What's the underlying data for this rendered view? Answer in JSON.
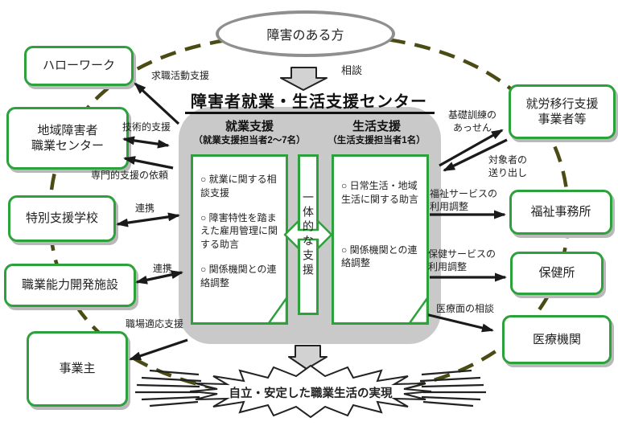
{
  "colors": {
    "green": "#2da13c",
    "olive_dash": "#4b4b15",
    "gray_box": "#c9c9c9",
    "block_arrow_gray": "#d2d2d2",
    "line_black": "#1a1a1a",
    "ellipse_border_gray": "#8f8f8f"
  },
  "top": {
    "person": "障害のある方",
    "consult": "相談"
  },
  "center": {
    "title": "障害者就業・生活支援センター",
    "integrated": "一体的な支援",
    "employment": {
      "heading": "就業支援",
      "staff": "（就業支援担当者2～7名）",
      "bullets": [
        "○ 就業に関する相談支援",
        "○ 障害特性を踏まえた雇用管理に関する助言",
        "○ 関係機関との連絡調整"
      ]
    },
    "life": {
      "heading": "生活支援",
      "staff": "（生活支援担当者1名）",
      "bullets": [
        "○ 日常生活・地域生活に関する助言",
        "○ 関係機関との連絡調整"
      ]
    }
  },
  "nodes": {
    "hellowork": "ハローワーク",
    "regional_center": "地域障害者\n職業センター",
    "special_school": "特別支援学校",
    "vocational_facility": "職業能力開発施設",
    "employer": "事業主",
    "transition_support": "就労移行支援\n事業者等",
    "welfare_office": "福祉事務所",
    "health_center": "保健所",
    "medical_institution": "医療機関"
  },
  "edges": {
    "job_search": "求職活動支援",
    "technical": "技術的支援",
    "expert_request": "専門的支援の依頼",
    "renkei1": "連携",
    "renkei2": "連携",
    "workplace": "職場適応支援",
    "basic_training": "基礎訓練の\nあっせん",
    "sending": "対象者の\n送り出し",
    "welfare_service": "福祉サービスの\n利用調整",
    "health_service": "保健サービスの\n利用調整",
    "medical_consult": "医療面の相談"
  },
  "outcome": "自立・安定した職業生活の実現"
}
